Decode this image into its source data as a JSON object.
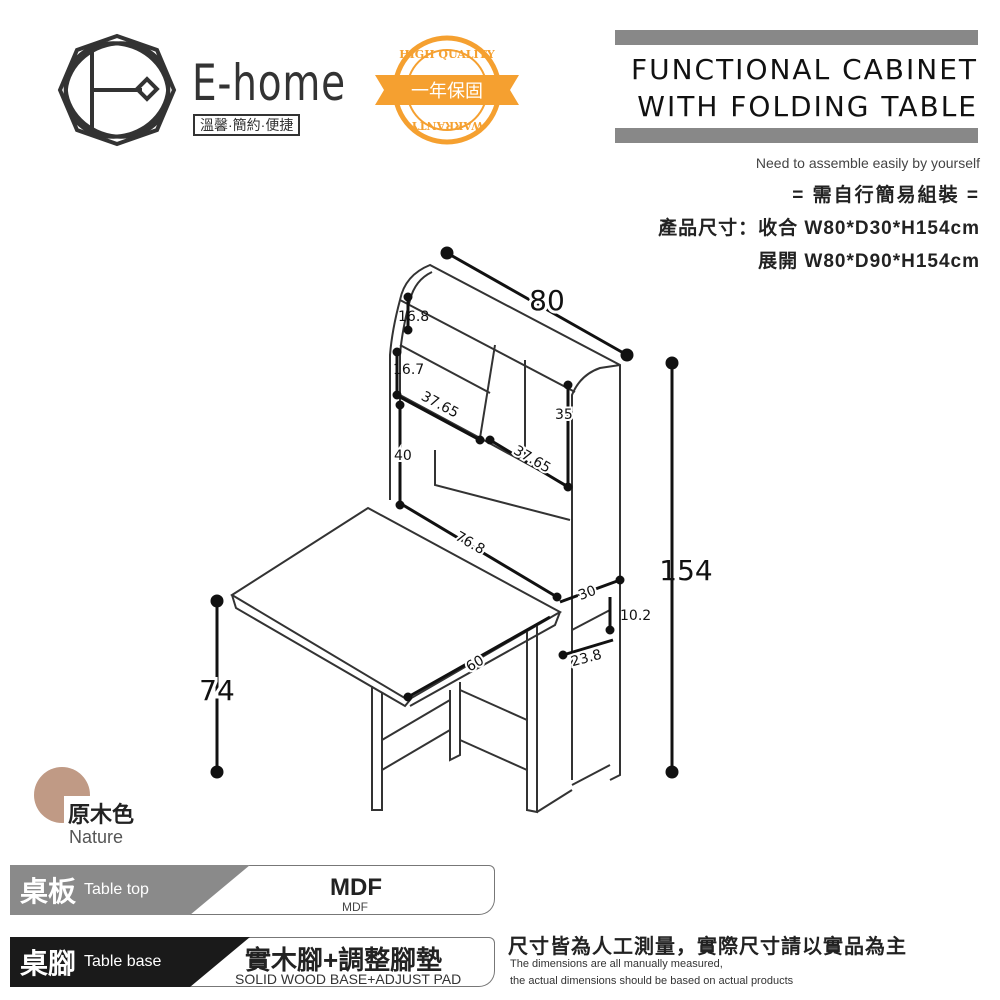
{
  "brand": {
    "name": "E-home",
    "slogan": "溫馨·簡約·便捷"
  },
  "warranty_badge": {
    "top": "HIGH QUALITY",
    "ribbon": "一年保固",
    "bottom": "WARRANTY",
    "color": "#f5a030"
  },
  "title": {
    "line1": "FUNCTIONAL CABINET",
    "line2": "WITH FOLDING TABLE"
  },
  "assembly": {
    "en": "Need to assemble easily by yourself",
    "zh": "= 需自行簡易組裝 ="
  },
  "size": {
    "label": "產品尺寸：",
    "folded": "收合 W80*D30*H154cm",
    "unfolded": "展開 W80*D90*H154cm"
  },
  "dimensions": {
    "width": "80",
    "height": "154",
    "table_height": "74",
    "shelf1": "16.8",
    "shelf2": "16.7",
    "shelf_w1": "37.65",
    "shelf_w2": "37.65",
    "side": "35",
    "lower": "40",
    "table_w": "76.8",
    "depth": "30",
    "drawer_h": "10.2",
    "drawer_w": "23.8",
    "table_d": "60"
  },
  "color_option": {
    "zh": "原木色",
    "en": "Nature",
    "swatch": "#c09a85"
  },
  "materials": [
    {
      "zh": "桌板",
      "en": "Table top",
      "value": "MDF",
      "value_en": "MDF"
    },
    {
      "zh": "桌腳",
      "en": "Table base",
      "value": "實木腳+調整腳墊",
      "value_en": "SOLID WOOD BASE+ADJUST PAD"
    }
  ],
  "disclaimer": {
    "zh": "尺寸皆為人工測量，實際尺寸請以實品為主",
    "en1": "The dimensions are all manually measured,",
    "en2": "the actual dimensions should be based on actual products"
  }
}
